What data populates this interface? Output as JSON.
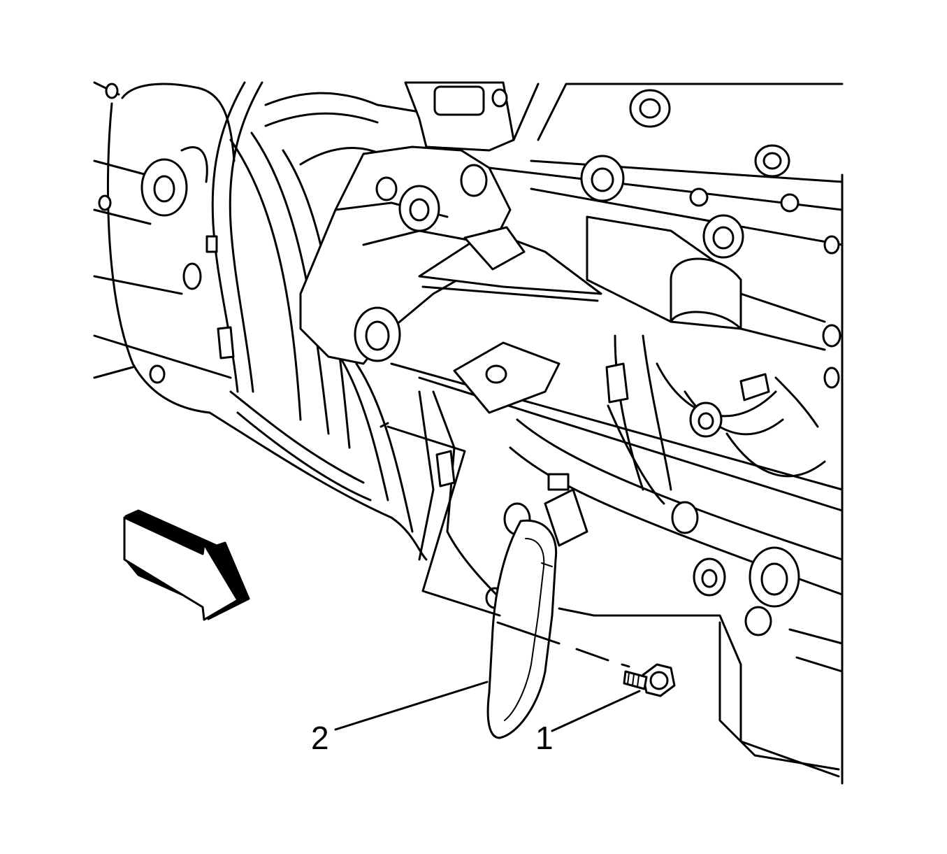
{
  "diagram": {
    "callouts": [
      {
        "id": "1",
        "label": "1",
        "part": "bolt"
      },
      {
        "id": "2",
        "label": "2",
        "part": "shield"
      }
    ],
    "icons": {
      "direction_arrow": "front-direction-arrow-icon"
    },
    "colors": {
      "line": "#000000",
      "background": "#ffffff"
    }
  }
}
